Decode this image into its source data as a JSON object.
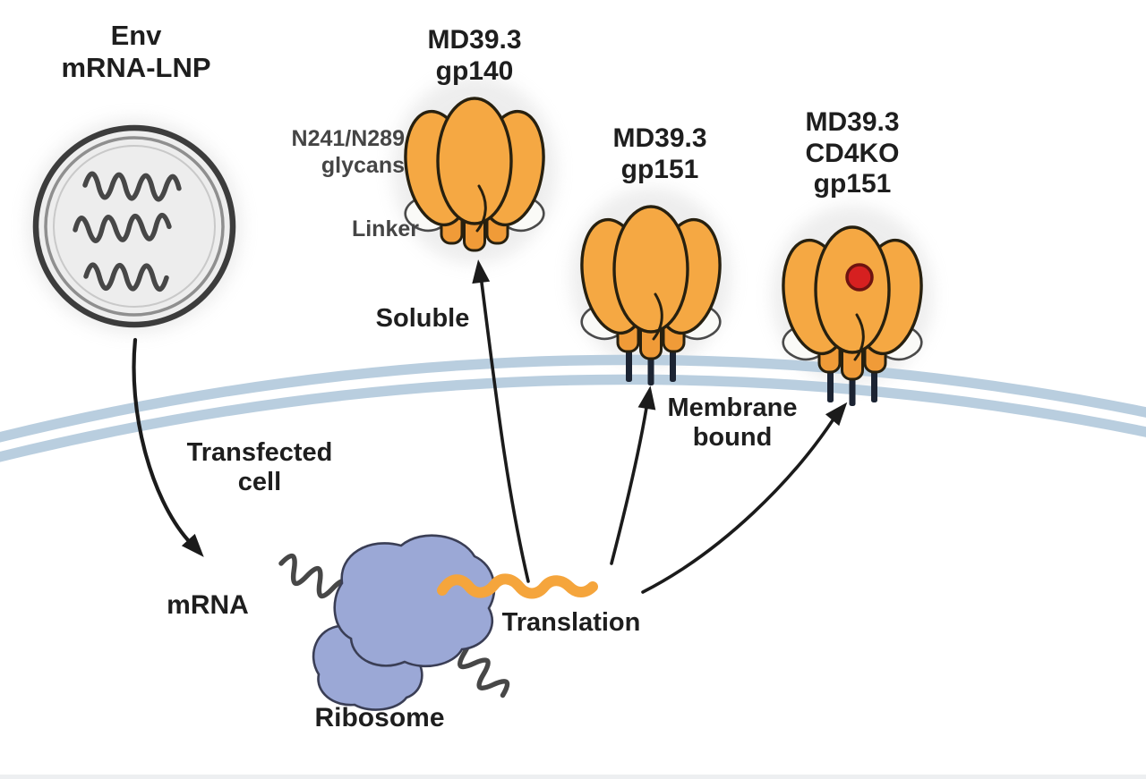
{
  "labels": {
    "env_lnp": {
      "line1": "Env",
      "line2": "mRNA-LNP"
    },
    "gp140": {
      "line1": "MD39.3",
      "line2": "gp140"
    },
    "glycans": {
      "line1": "N241/N289",
      "line2": "glycans"
    },
    "linker": {
      "text": "Linker"
    },
    "gp151": {
      "line1": "MD39.3",
      "line2": "gp151"
    },
    "cd4ko": {
      "line1": "MD39.3",
      "line2": "CD4KO",
      "line3": "gp151"
    },
    "soluble": {
      "text": "Soluble"
    },
    "membrane_bound": {
      "line1": "Membrane",
      "line2": "bound"
    },
    "transfected": {
      "line1": "Transfected",
      "line2": "cell"
    },
    "mrna": {
      "text": "mRNA"
    },
    "translation": {
      "text": "Translation"
    },
    "ribosome": {
      "text": "Ribosome"
    }
  },
  "colors": {
    "background": "#FFFFFF",
    "text": "#1E1E1E",
    "subtext": "#454545",
    "ink": "#1B1B1B",
    "trimer_fill": "#F5A843",
    "stub_fill": "#F09B38",
    "trimer_stroke": "#27200F",
    "wing_fill": "#FAFAF7",
    "wing_stroke": "#4A4A4A",
    "leg": "#1C2433",
    "membrane": "#B9CEDF",
    "strand": "#474747",
    "ribosome_fill": "#9BA8D6",
    "ribosome_stroke": "#3A3E55",
    "nascent": "#F5A53C",
    "red_dot": "#D62020",
    "red_dot_ring": "#6E1310",
    "lnp_ring_outer": "#3C3C3C",
    "lnp_ring_mid": "#8F8F8F",
    "lnp_ring_inner": "#C9C9C9"
  }
}
